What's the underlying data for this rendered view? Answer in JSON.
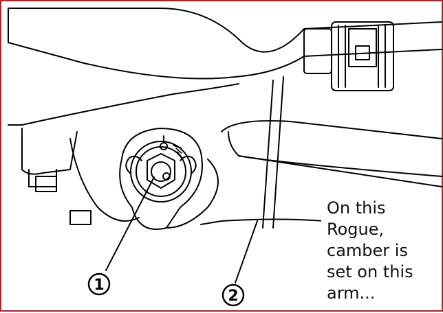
{
  "callouts": [
    {
      "number": "1"
    },
    {
      "number": "2"
    }
  ],
  "caption": {
    "text": "On this Rogue, camber is set on this arm..."
  },
  "colors": {
    "border": "#9c2a2a",
    "line": "#000000"
  }
}
